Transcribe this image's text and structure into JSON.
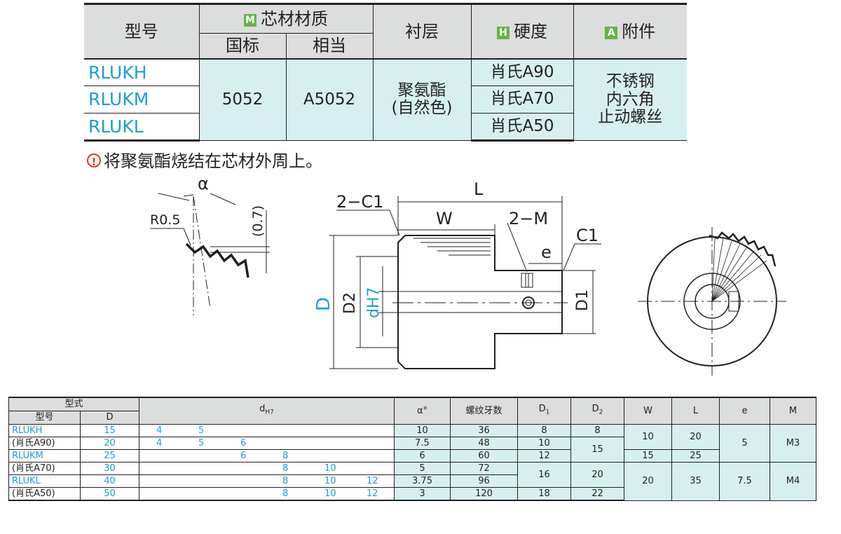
{
  "spec_table": {
    "h_model": "型号",
    "h_core": "芯材材质",
    "h_core_badge": "M",
    "h_national": "国标",
    "h_equiv": "相当",
    "h_layer": "衬层",
    "h_hardness": "硬度",
    "h_hardness_badge": "H",
    "h_accessory": "附件",
    "h_accessory_badge": "A",
    "models": [
      "RLUKH",
      "RLUKM",
      "RLUKL"
    ],
    "national": "5052",
    "equiv": "A5052",
    "layer_1": "聚氨酯",
    "layer_2": "(自然色)",
    "hardness": [
      "肖氏A90",
      "肖氏A70",
      "肖氏A50"
    ],
    "accessory_1": "不锈钢",
    "accessory_2": "内六角",
    "accessory_3": "止动螺丝"
  },
  "note": "将聚氨酯烧结在芯材外周上。",
  "drawing": {
    "alpha": "α",
    "r05": "R0.5",
    "h07": "(0.7)",
    "c1_2": "2−C1",
    "L": "L",
    "W": "W",
    "m2": "2−M",
    "e": "e",
    "C1": "C1",
    "D": "D",
    "D2": "D2",
    "dH7": "dH7",
    "D1": "D1"
  },
  "data_table": {
    "h_type": "型式",
    "h_model": "型号",
    "h_D": "D",
    "h_d": "d",
    "h_d_sub": "H7",
    "h_alpha": "α°",
    "h_teeth": "螺纹牙数",
    "h_D1": "D",
    "h_D1_sub": "1",
    "h_D2": "D",
    "h_D2_sub": "2",
    "h_W": "W",
    "h_L": "L",
    "h_e": "e",
    "h_M": "M",
    "rows": [
      {
        "model": "RLUKH",
        "D": "15",
        "d": [
          "4",
          "5",
          "",
          "",
          "",
          ""
        ],
        "alpha": "10",
        "teeth": "36",
        "D1": "8",
        "D2": "8"
      },
      {
        "model": "(肖氏A90)",
        "D": "20",
        "d": [
          "4",
          "5",
          "6",
          "",
          "",
          ""
        ],
        "alpha": "7.5",
        "teeth": "48",
        "D1": "10"
      },
      {
        "model": "RLUKM",
        "D": "25",
        "d": [
          "",
          "",
          "6",
          "8",
          "",
          ""
        ],
        "alpha": "6",
        "teeth": "60",
        "D1": "12"
      },
      {
        "model": "(肖氏A70)",
        "D": "30",
        "d": [
          "",
          "",
          "",
          "8",
          "10",
          ""
        ],
        "alpha": "5",
        "teeth": "72"
      },
      {
        "model": "RLUKL",
        "D": "40",
        "d": [
          "",
          "",
          "",
          "8",
          "10",
          "12"
        ],
        "alpha": "3.75",
        "teeth": "96"
      },
      {
        "model": "(肖氏A50)",
        "D": "50",
        "d": [
          "",
          "",
          "",
          "8",
          "10",
          "12"
        ],
        "alpha": "3",
        "teeth": "120",
        "D1": "18",
        "D2": "22"
      }
    ],
    "span_D2_15": "15",
    "span_D1_16": "16",
    "span_D2_20": "20",
    "W_10": "10",
    "W_15": "15",
    "W_20": "20",
    "L_20": "20",
    "L_25": "25",
    "L_35": "35",
    "e_5": "5",
    "e_75": "7.5",
    "M_M3": "M3",
    "M_M4": "M4"
  }
}
